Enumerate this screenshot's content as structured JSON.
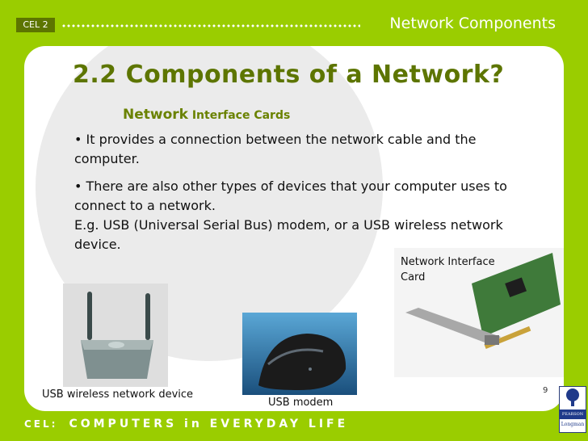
{
  "header": {
    "badge": "CEL 2",
    "title": "Network Components"
  },
  "slide": {
    "title": "2.2 Components of a Network?",
    "subtitle_big": "Network",
    "subtitle_small": " Interface Cards",
    "bullet1": "• It provides a connection between the network cable and the computer.",
    "bullet2_line1": "• There are also other types of devices that your computer uses to connect to a network.",
    "bullet2_line2": "E.g. USB (Universal Serial Bus) modem, or a USB wireless network device."
  },
  "images": {
    "wireless_caption": "USB wireless network device",
    "modem_caption": "USB modem",
    "nic_caption": "Network Interface Card"
  },
  "footer": {
    "cel": "CEL:",
    "text": "COMPUTERS in EVERYDAY LIFE",
    "page": "9"
  },
  "logo": {
    "label": "PEARSON",
    "sub": "Longman"
  }
}
